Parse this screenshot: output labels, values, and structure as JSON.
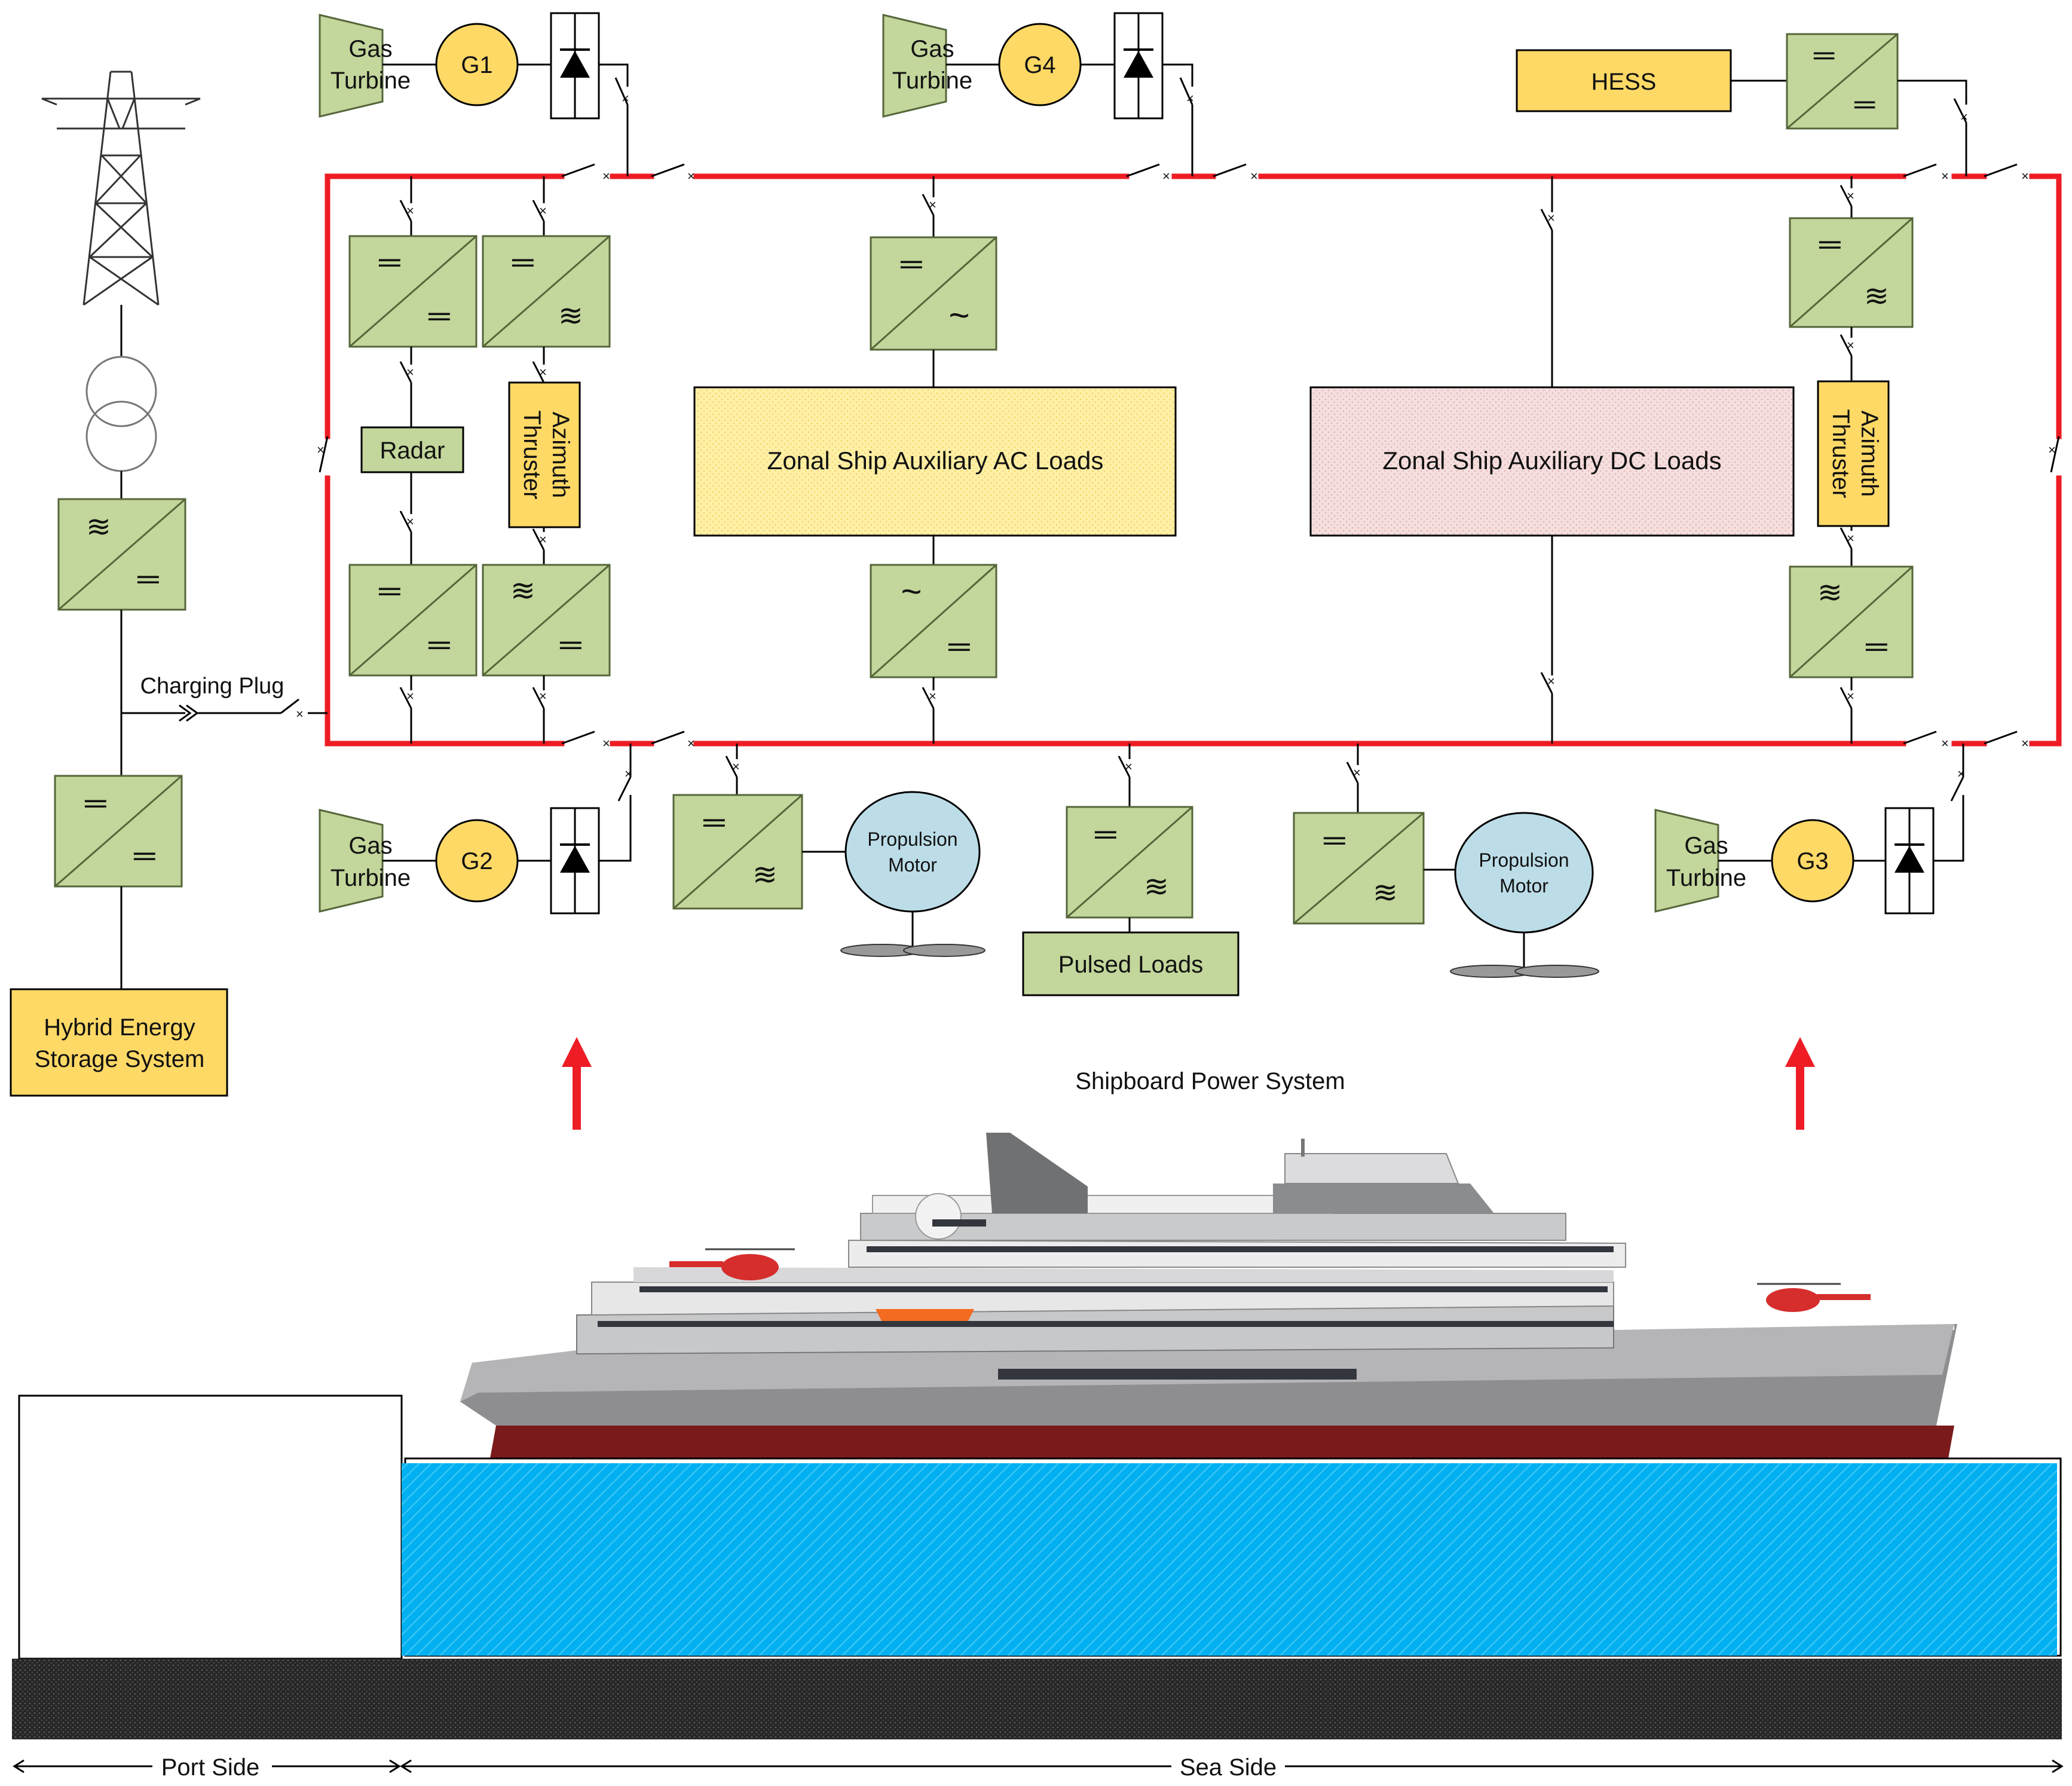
{
  "title": "Shipboard Power System",
  "colors": {
    "bus": "#ee1c24",
    "converter_fill": "#c3d69b",
    "converter_stroke": "#55663a",
    "storage_fill": "#ffd966",
    "ac_loads_fill": "#fff0a6",
    "dc_loads_fill": "#f3d5d5",
    "motor_fill": "#bcdde8",
    "water": "#00b0f0",
    "ground": "#262626",
    "arrow": "#ee1c24"
  },
  "generators": [
    {
      "id": "G1",
      "turbine": [
        "Gas",
        "Turbine"
      ]
    },
    {
      "id": "G4",
      "turbine": [
        "Gas",
        "Turbine"
      ]
    },
    {
      "id": "G2",
      "turbine": [
        "Gas",
        "Turbine"
      ]
    },
    {
      "id": "G3",
      "turbine": [
        "Gas",
        "Turbine"
      ]
    }
  ],
  "hess_top": "HESS",
  "loads": {
    "radar": "Radar",
    "azimuth_left": [
      "Azimuth",
      "Thruster"
    ],
    "azimuth_right": [
      "Azimuth",
      "Thruster"
    ],
    "ac_loads": "Zonal Ship Auxiliary AC Loads",
    "dc_loads": "Zonal Ship Auxiliary DC Loads",
    "pulsed": "Pulsed Loads"
  },
  "motors": [
    {
      "label": [
        "Propulsion",
        "Motor"
      ]
    },
    {
      "label": [
        "Propulsion",
        "Motor"
      ]
    }
  ],
  "shore": {
    "charging_plug": "Charging Plug",
    "storage": [
      "Hybrid Energy",
      "Storage System"
    ]
  },
  "converter_symbols": {
    "dc": "═",
    "ac": "~",
    "multi_ac": "≋"
  },
  "sides": {
    "port": "Port Side",
    "sea": "Sea Side"
  },
  "icons": [
    "transmission-tower-icon",
    "transformer-icon",
    "diode-icon",
    "breaker-icon",
    "propeller-icon",
    "ship-icon",
    "helicopter-icon"
  ]
}
